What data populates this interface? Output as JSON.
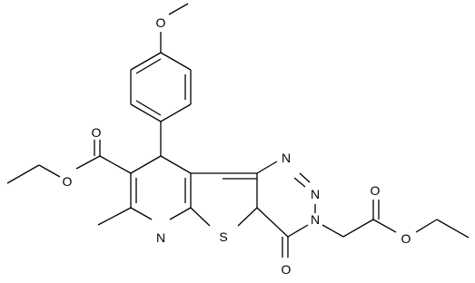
{
  "molecule": {
    "atom_labels": {
      "methoxy_o": "O",
      "ester1_carbonyl_o": "O",
      "ester1_ether_o": "O",
      "pyridine_n": "N",
      "thiophene_s": "S",
      "triazine_n1": "N",
      "triazine_n2": "N",
      "triazine_n3": "N",
      "lactam_o": "O",
      "ester2_carbonyl_o": "O",
      "ester2_ether_o": "O"
    }
  }
}
